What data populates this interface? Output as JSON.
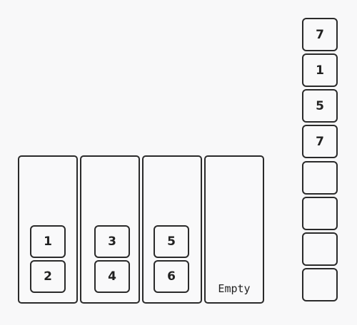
{
  "columns": [
    {
      "cards": [
        "1",
        "2"
      ]
    },
    {
      "cards": [
        "3",
        "4"
      ]
    },
    {
      "cards": [
        "5",
        "6"
      ]
    },
    {
      "cards": [],
      "empty_label": "Empty"
    }
  ],
  "queue": {
    "slots": [
      "7",
      "1",
      "5",
      "7",
      "",
      "",
      "",
      ""
    ]
  }
}
